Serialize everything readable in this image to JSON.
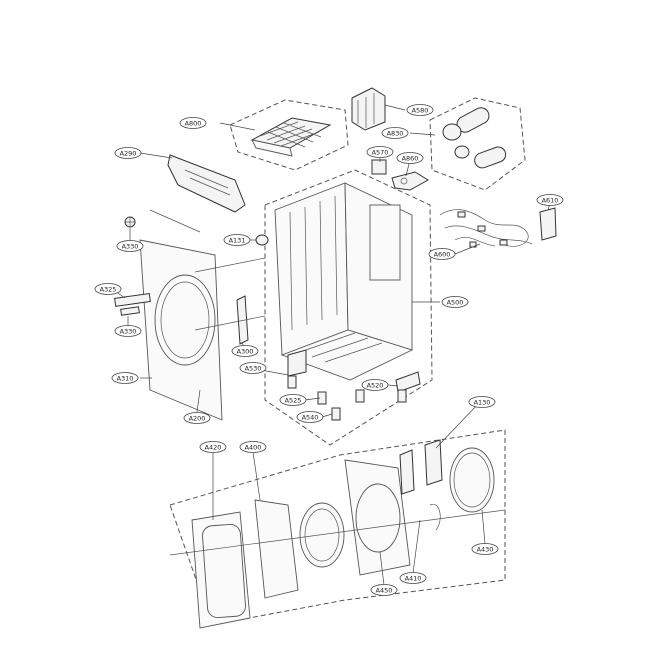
{
  "callouts": [
    {
      "id": "c-a580",
      "label": "A580"
    },
    {
      "id": "c-a800",
      "label": "A800"
    },
    {
      "id": "c-a830",
      "label": "A830"
    },
    {
      "id": "c-a290",
      "label": "A290"
    },
    {
      "id": "c-a570",
      "label": "A570"
    },
    {
      "id": "c-a860",
      "label": "A860"
    },
    {
      "id": "c-a610",
      "label": "A610"
    },
    {
      "id": "c-a330-top",
      "label": "A330"
    },
    {
      "id": "c-a131",
      "label": "A131"
    },
    {
      "id": "c-a600",
      "label": "A600"
    },
    {
      "id": "c-a325",
      "label": "A325"
    },
    {
      "id": "c-a330-left",
      "label": "A330"
    },
    {
      "id": "c-a500",
      "label": "A500"
    },
    {
      "id": "c-a300",
      "label": "A300"
    },
    {
      "id": "c-a530",
      "label": "A530"
    },
    {
      "id": "c-a310",
      "label": "A310"
    },
    {
      "id": "c-a520",
      "label": "A520"
    },
    {
      "id": "c-a200",
      "label": "A200"
    },
    {
      "id": "c-a525",
      "label": "A525"
    },
    {
      "id": "c-a540",
      "label": "A540"
    },
    {
      "id": "c-a130",
      "label": "A130"
    },
    {
      "id": "c-a420",
      "label": "A420"
    },
    {
      "id": "c-a400",
      "label": "A400"
    },
    {
      "id": "c-a410",
      "label": "A410"
    },
    {
      "id": "c-a430",
      "label": "A430"
    },
    {
      "id": "c-a450",
      "label": "A450"
    }
  ]
}
